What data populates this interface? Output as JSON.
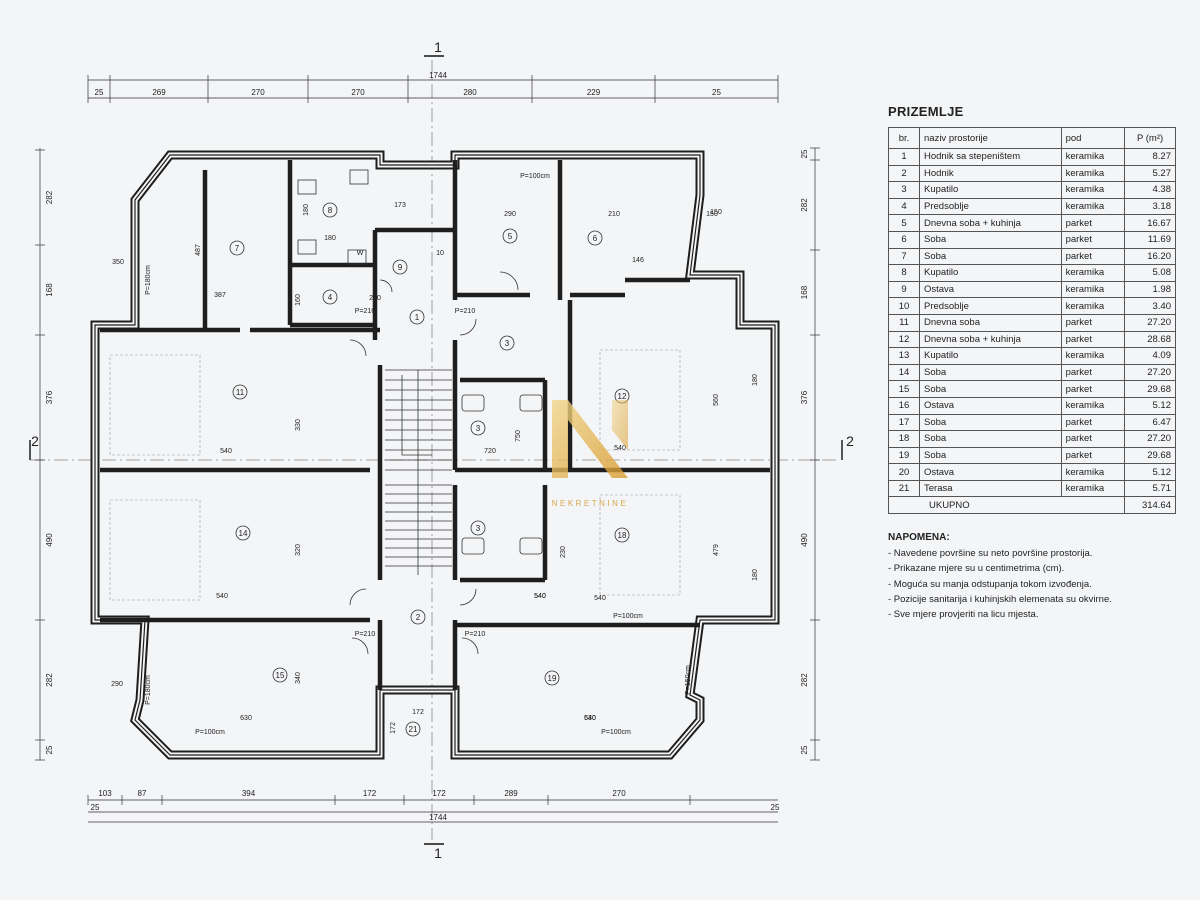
{
  "panel": {
    "title": "PRIZEMLJE",
    "headers": [
      "br.",
      "naziv prostorije",
      "pod",
      "P (m²)"
    ],
    "rooms": [
      {
        "n": "1",
        "name": "Hodnik sa stepeništem",
        "floor": "keramika",
        "area": "8.27"
      },
      {
        "n": "2",
        "name": "Hodnik",
        "floor": "keramika",
        "area": "5.27"
      },
      {
        "n": "3",
        "name": "Kupatilo",
        "floor": "keramika",
        "area": "4.38"
      },
      {
        "n": "4",
        "name": "Predsoblje",
        "floor": "keramika",
        "area": "3.18"
      },
      {
        "n": "5",
        "name": "Dnevna soba + kuhinja",
        "floor": "parket",
        "area": "16.67"
      },
      {
        "n": "6",
        "name": "Soba",
        "floor": "parket",
        "area": "11.69"
      },
      {
        "n": "7",
        "name": "Soba",
        "floor": "parket",
        "area": "16.20"
      },
      {
        "n": "8",
        "name": "Kupatilo",
        "floor": "keramika",
        "area": "5.08"
      },
      {
        "n": "9",
        "name": "Ostava",
        "floor": "keramika",
        "area": "1.98"
      },
      {
        "n": "10",
        "name": "Predsoblje",
        "floor": "keramika",
        "area": "3.40"
      },
      {
        "n": "11",
        "name": "Dnevna soba",
        "floor": "parket",
        "area": "27.20"
      },
      {
        "n": "12",
        "name": "Dnevna soba + kuhinja",
        "floor": "parket",
        "area": "28.68"
      },
      {
        "n": "13",
        "name": "Kupatilo",
        "floor": "keramika",
        "area": "4.09"
      },
      {
        "n": "14",
        "name": "Soba",
        "floor": "parket",
        "area": "27.20"
      },
      {
        "n": "15",
        "name": "Soba",
        "floor": "parket",
        "area": "29.68"
      },
      {
        "n": "16",
        "name": "Ostava",
        "floor": "keramika",
        "area": "5.12"
      },
      {
        "n": "17",
        "name": "Soba",
        "floor": "parket",
        "area": "6.47"
      },
      {
        "n": "18",
        "name": "Soba",
        "floor": "parket",
        "area": "27.20"
      },
      {
        "n": "19",
        "name": "Soba",
        "floor": "parket",
        "area": "29.68"
      },
      {
        "n": "20",
        "name": "Ostava",
        "floor": "keramika",
        "area": "5.12"
      },
      {
        "n": "21",
        "name": "Terasa",
        "floor": "keramika",
        "area": "5.71"
      }
    ],
    "total_label": "UKUPNO",
    "total": "314.64",
    "notes_title": "NAPOMENA:",
    "notes": [
      "- Navedene površine su neto površine prostorija.",
      "- Prikazane mjere su u centimetrima (cm).",
      "- Moguća su manja odstupanja tokom izvođenja.",
      "- Pozicije sanitarija i kuhinjskih elemenata su okvirne.",
      "- Sve mjere provjeriti na licu mjesta."
    ]
  },
  "plan": {
    "section_marks": {
      "vertical": "1",
      "horizontal": "2"
    },
    "top_total": "1744",
    "top_dims": [
      "25",
      "269",
      "270",
      "270",
      "280",
      "229",
      "25"
    ],
    "bottom_dims": [
      "103",
      "87",
      "394",
      "172",
      "172",
      "289",
      "270"
    ],
    "bottom_ends": [
      "25",
      "25"
    ],
    "bottom_total": "1744",
    "left_dims": [
      "282",
      "168",
      "376",
      "490",
      "282",
      "25"
    ],
    "right_dims": [
      "25",
      "282",
      "168",
      "376",
      "490",
      "282",
      "25"
    ],
    "room_labels": [
      "7",
      "8",
      "4",
      "9",
      "1",
      "5",
      "6",
      "3",
      "11",
      "12",
      "3",
      "14",
      "18",
      "3",
      "15",
      "2",
      "19",
      "21"
    ],
    "inner_dims": [
      "487",
      "387",
      "180",
      "160",
      "210",
      "10",
      "180",
      "173",
      "290",
      "210",
      "150",
      "146",
      "350",
      "P=180cm",
      "P=100cm",
      "P=100cm",
      "P=210",
      "P=210",
      "540",
      "330",
      "540",
      "560",
      "180",
      "540",
      "320",
      "540",
      "479",
      "180",
      "540",
      "540",
      "340",
      "630",
      "630",
      "172",
      "172",
      "290",
      "P=180cm",
      "P=100cm",
      "P=100cm",
      "P=210",
      "P=210",
      "150",
      "230",
      "540",
      "720",
      "750",
      "W",
      "P=150cm"
    ],
    "watermark_text": "NEKRETNINE",
    "colors": {
      "wall": "#1e1e1e",
      "line": "#333333",
      "grid": "#888888",
      "accent": "#e5b548"
    }
  }
}
